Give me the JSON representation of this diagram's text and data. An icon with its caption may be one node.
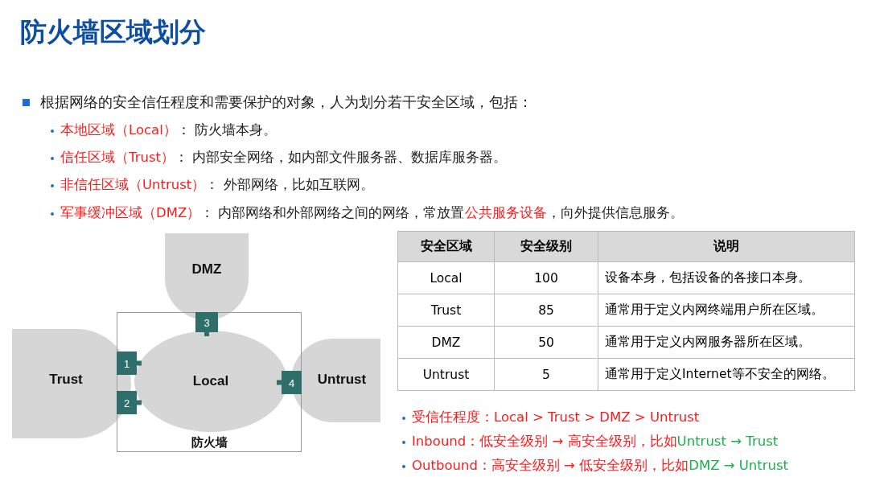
{
  "diagram": {
    "title": "防火墙区域划分",
    "nodes": [
      {
        "text": [
          "DMZ"
        ]
      },
      {
        "text": [
          "Trust"
        ]
      },
      {
        "text": [
          "Untrust"
        ]
      },
      {
        "text": [
          "防火墙"
        ]
      },
      {
        "text": [
          "Local"
        ],
        "in": 3
      },
      {
        "text": [
          "1"
        ],
        "in": 3
      },
      {
        "text": [
          "2"
        ],
        "in": 3
      },
      {
        "text": [
          "3"
        ],
        "in": 3
      },
      {
        "text": [
          "4"
        ],
        "in": 3
      }
    ],
    "edges": [],
    "labels": [
      "根据网络的安全信任程度和需要保护的对象，人为划分若干安全区域，包括：",
      "本地区域（Local）",
      "： 防火墙本身。",
      "信任区域（Trust）",
      "： 内部安全网络，如内部文件服务器、数据库服务器。",
      "非信任区域（Untrust）",
      "： 外部网络，比如互联网。",
      "军事缓冲区域（DMZ）",
      "： 内部网络和外部网络之间的网络，常放置",
      "公共服务设备",
      "，向外提供信息服务。",
      "安全区域",
      "安全级别",
      "说明",
      "Local",
      "100",
      "设备本身，包括设备的各接口本身。",
      "Trust",
      "85",
      "通常用于定义内网终端用户所在区域。",
      "DMZ",
      "50",
      "通常用于定义内网服务器所在区域。",
      "Untrust",
      "5",
      "通常用于定义Internet等不安全的网络。",
      "受信任程度：Local > Trust > DMZ > Untrust",
      "Inbound：低安全级别 → 高安全级别，比如",
      "Untrust → Trust",
      "Outbound：高安全级别 → 低安全级别，比如",
      "DMZ → Untrust"
    ]
  }
}
